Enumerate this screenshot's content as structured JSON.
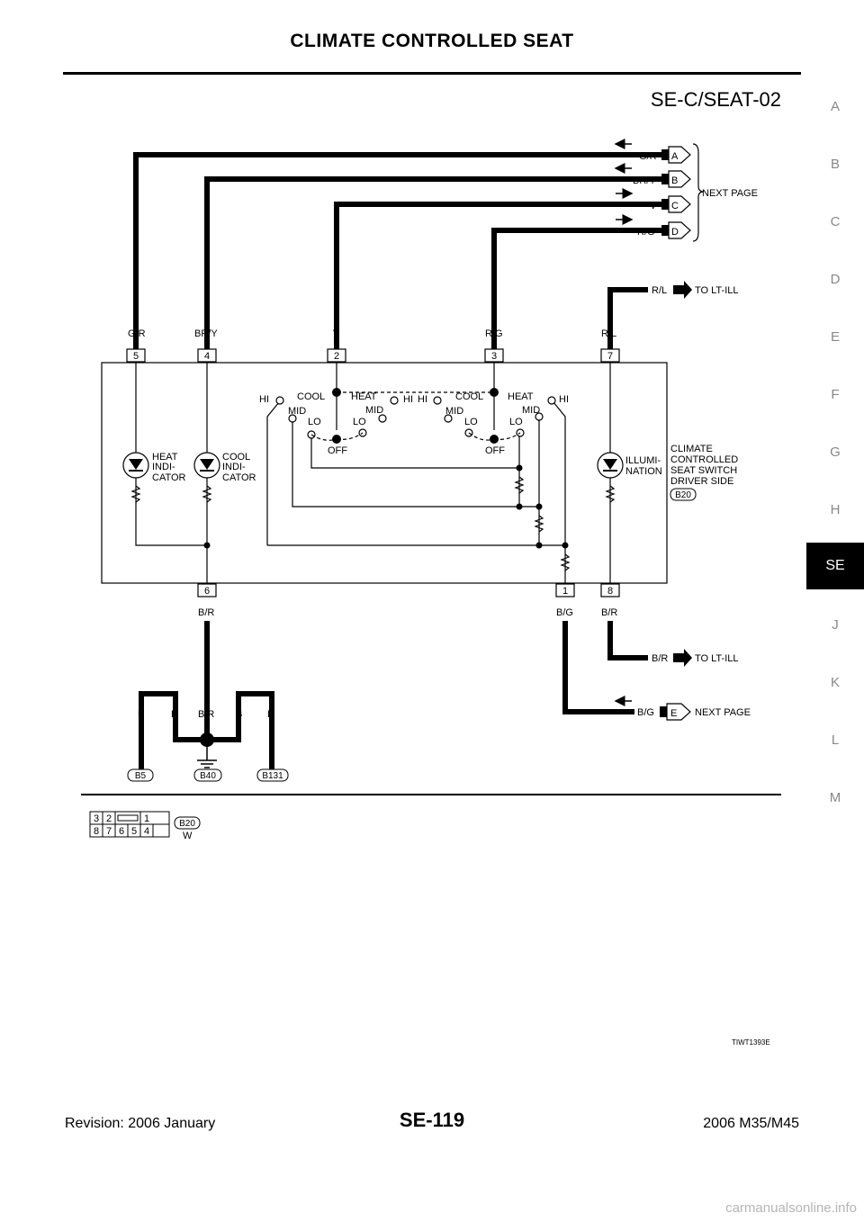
{
  "header": {
    "title": "CLIMATE CONTROLLED SEAT",
    "diagram_id": "SE-C/SEAT-02"
  },
  "side_tabs": [
    "A",
    "B",
    "C",
    "D",
    "E",
    "F",
    "G",
    "H",
    "SE",
    "J",
    "K",
    "L",
    "M"
  ],
  "active_tab": "SE",
  "footer": {
    "revision": "Revision: 2006 January",
    "page": "SE-119",
    "model": "2006 M35/M45"
  },
  "watermark": "carmanualsonline.info",
  "figure_code": "TIWT1393E",
  "connectors": {
    "top": [
      {
        "wire": "G/R",
        "pin": "A"
      },
      {
        "wire": "BR/Y",
        "pin": "B"
      },
      {
        "wire": "V",
        "pin": "C"
      },
      {
        "wire": "R/G",
        "pin": "D"
      }
    ],
    "next_page": "NEXT PAGE",
    "to_lt_ill": "TO LT-ILL"
  },
  "top_wires": [
    {
      "wire": "G/R",
      "pin": "5"
    },
    {
      "wire": "BR/Y",
      "pin": "4"
    },
    {
      "wire": "V",
      "pin": "2"
    },
    {
      "wire": "R/G",
      "pin": "3"
    },
    {
      "wire": "R/L",
      "pin": "7"
    }
  ],
  "bottom_wires": [
    {
      "wire": "B/R",
      "pin": "6"
    },
    {
      "wire": "B/G",
      "pin": "1"
    },
    {
      "wire": "B/R",
      "pin": "8"
    }
  ],
  "rl_label": "R/L",
  "br_label": "B/R",
  "bg_label": "B/G",
  "e_pin": "E",
  "switch_labels": {
    "hi": "HI",
    "cool": "COOL",
    "heat": "HEAT",
    "mid": "MID",
    "lo": "LO",
    "off": "OFF"
  },
  "indicators": {
    "heat": [
      "HEAT",
      "INDI-",
      "CATOR"
    ],
    "cool": [
      "COOL",
      "INDI-",
      "CATOR"
    ],
    "illum": [
      "ILLUMI-",
      "NATION"
    ]
  },
  "component": {
    "lines": [
      "CLIMATE",
      "CONTROLLED",
      "SEAT SWITCH",
      "DRIVER SIDE"
    ],
    "connector": "B20"
  },
  "grounds": {
    "wires": [
      "B",
      "B",
      "B/R",
      "B",
      "B"
    ],
    "labels": [
      "B5",
      "B40",
      "B131"
    ]
  },
  "connector_face": {
    "top_pins": [
      "3",
      "2",
      "1"
    ],
    "bottom_pins": [
      "8",
      "7",
      "6",
      "5",
      "4"
    ],
    "id": "B20",
    "color": "W"
  }
}
